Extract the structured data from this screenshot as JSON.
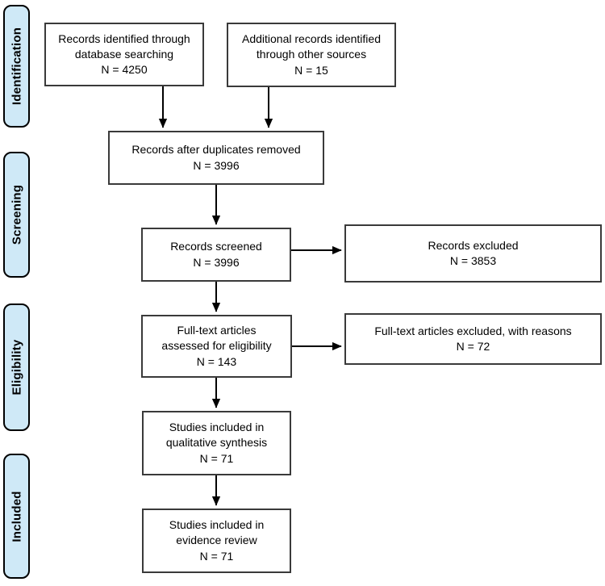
{
  "stages": {
    "identification": "Identification",
    "screening": "Screening",
    "eligibility": "Eligibility",
    "included": "Included"
  },
  "nodes": {
    "records_identified": {
      "text": "Records identified through\ndatabase searching",
      "n": "N = 4250"
    },
    "other_sources": {
      "text": "Additional records identified\nthrough other sources",
      "n": "N = 15"
    },
    "duplicates_removed": {
      "text": "Records after duplicates removed",
      "n": "N = 3996"
    },
    "records_screened": {
      "text": "Records screened",
      "n": "N = 3996"
    },
    "records_excluded": {
      "text": "Records excluded",
      "n": "N = 3853"
    },
    "fulltext_assessed": {
      "text": "Full-text articles\nassessed for eligibility",
      "n": "N = 143"
    },
    "fulltext_excluded": {
      "text": "Full-text articles excluded, with reasons",
      "n": "N = 72"
    },
    "qualitative": {
      "text": "Studies included in\nqualitative synthesis",
      "n": "N = 71"
    },
    "evidence": {
      "text": "Studies included in\nevidence review",
      "n": "N = 71"
    }
  },
  "colors": {
    "stage_fill": "#cfe9f7",
    "stage_border": "#000000",
    "node_fill": "#ffffff",
    "node_border": "#3a3a3a",
    "arrow": "#000000",
    "text": "#000000"
  }
}
